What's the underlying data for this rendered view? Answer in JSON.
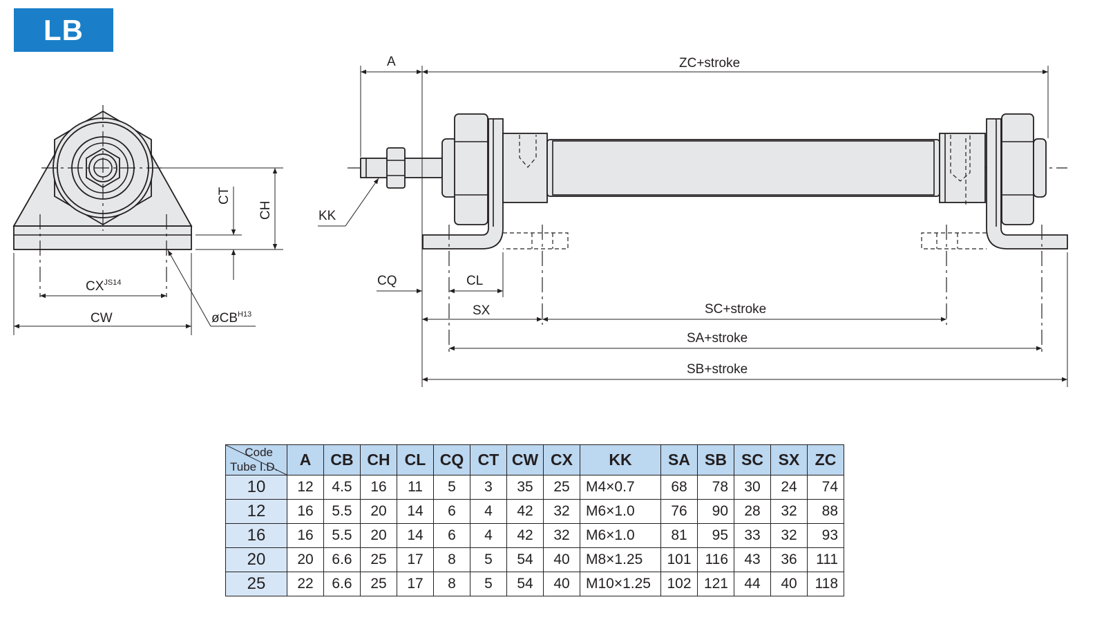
{
  "badge": "LB",
  "dimension_labels": {
    "A": "A",
    "ZC": "ZC+stroke",
    "KK": "KK",
    "CQ": "CQ",
    "CL": "CL",
    "SX": "SX",
    "SC": "SC+stroke",
    "SA": "SA+stroke",
    "SB": "SB+stroke",
    "CT": "CT",
    "CH": "CH",
    "CX": "CX",
    "CX_sup": "JS14",
    "CW": "CW",
    "CB": "øCB",
    "CB_sup": "H13"
  },
  "table": {
    "corner_top": "Code",
    "corner_bottom": "Tube I.D.",
    "columns": [
      "A",
      "CB",
      "CH",
      "CL",
      "CQ",
      "CT",
      "CW",
      "CX",
      "KK",
      "SA",
      "SB",
      "SC",
      "SX",
      "ZC"
    ],
    "rows": [
      {
        "id": "10",
        "cells": [
          "12",
          "4.5",
          "16",
          "11",
          "5",
          "3",
          "35",
          "25",
          "M4×0.7",
          "68",
          "78",
          "30",
          "24",
          "74"
        ]
      },
      {
        "id": "12",
        "cells": [
          "16",
          "5.5",
          "20",
          "14",
          "6",
          "4",
          "42",
          "32",
          "M6×1.0",
          "76",
          "90",
          "28",
          "32",
          "88"
        ]
      },
      {
        "id": "16",
        "cells": [
          "16",
          "5.5",
          "20",
          "14",
          "6",
          "4",
          "42",
          "32",
          "M6×1.0",
          "81",
          "95",
          "33",
          "32",
          "93"
        ]
      },
      {
        "id": "20",
        "cells": [
          "20",
          "6.6",
          "25",
          "17",
          "8",
          "5",
          "54",
          "40",
          "M8×1.25",
          "101",
          "116",
          "43",
          "36",
          "111"
        ]
      },
      {
        "id": "25",
        "cells": [
          "22",
          "6.6",
          "25",
          "17",
          "8",
          "5",
          "54",
          "40",
          "M10×1.25",
          "102",
          "121",
          "44",
          "40",
          "118"
        ]
      }
    ]
  }
}
